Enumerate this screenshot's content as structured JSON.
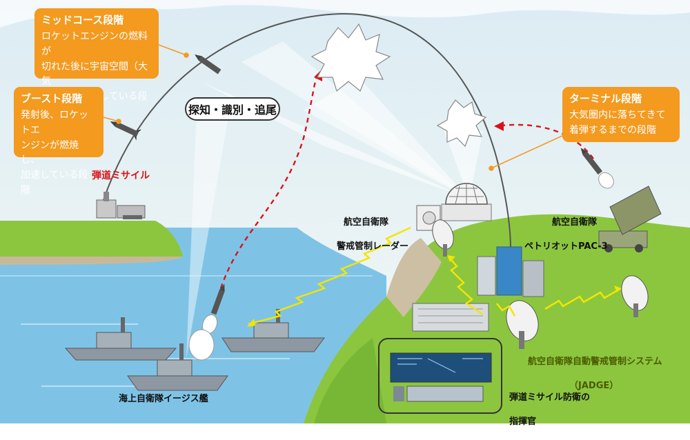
{
  "title_pill": "探知・識別・追尾",
  "callouts": {
    "midcourse": {
      "heading": "ミッドコース段階",
      "body": "ロケットエンジンの燃料が\n切れた後に宇宙空間（大気\n圏外）を飛行している段階"
    },
    "boost": {
      "heading": "ブースト段階",
      "body": "発射後、ロケットエ\nンジンが燃焼し、\n加速している段階"
    },
    "terminal": {
      "heading": "ターミナル段階",
      "body": "大気圏内に落ちてきて\n着弾するまでの段階"
    }
  },
  "labels": {
    "ballistic_missile": "弾道ミサイル",
    "radar_line1": "航空自衛隊",
    "radar_line2": "警戒管制レーダー",
    "pac3_line1": "航空自衛隊",
    "pac3_line2": "ペトリオットPAC-3",
    "aegis": "海上自衛隊イージス艦",
    "jadge_line1": "航空自衛隊自動警戒管制システム",
    "jadge_line2": "（JADGE）",
    "commander_line1": "弾道ミサイル防衛の",
    "commander_line2": "指揮官"
  },
  "colors": {
    "callout": "#f39a1f",
    "missile_label": "#d8141a",
    "jadge_label": "#4b5b00",
    "sea": "#7ec3e6",
    "land": "#8cc63f",
    "intercept_path": "#d8141a",
    "datalink": "#f2e600"
  },
  "icons": [
    "missile-icon",
    "launcher-icon",
    "radar-dome-icon",
    "radar-dish-icon",
    "aegis-ship-icon",
    "pac3-launcher-icon",
    "building-icon",
    "explosion-icon",
    "monitor-icon"
  ]
}
